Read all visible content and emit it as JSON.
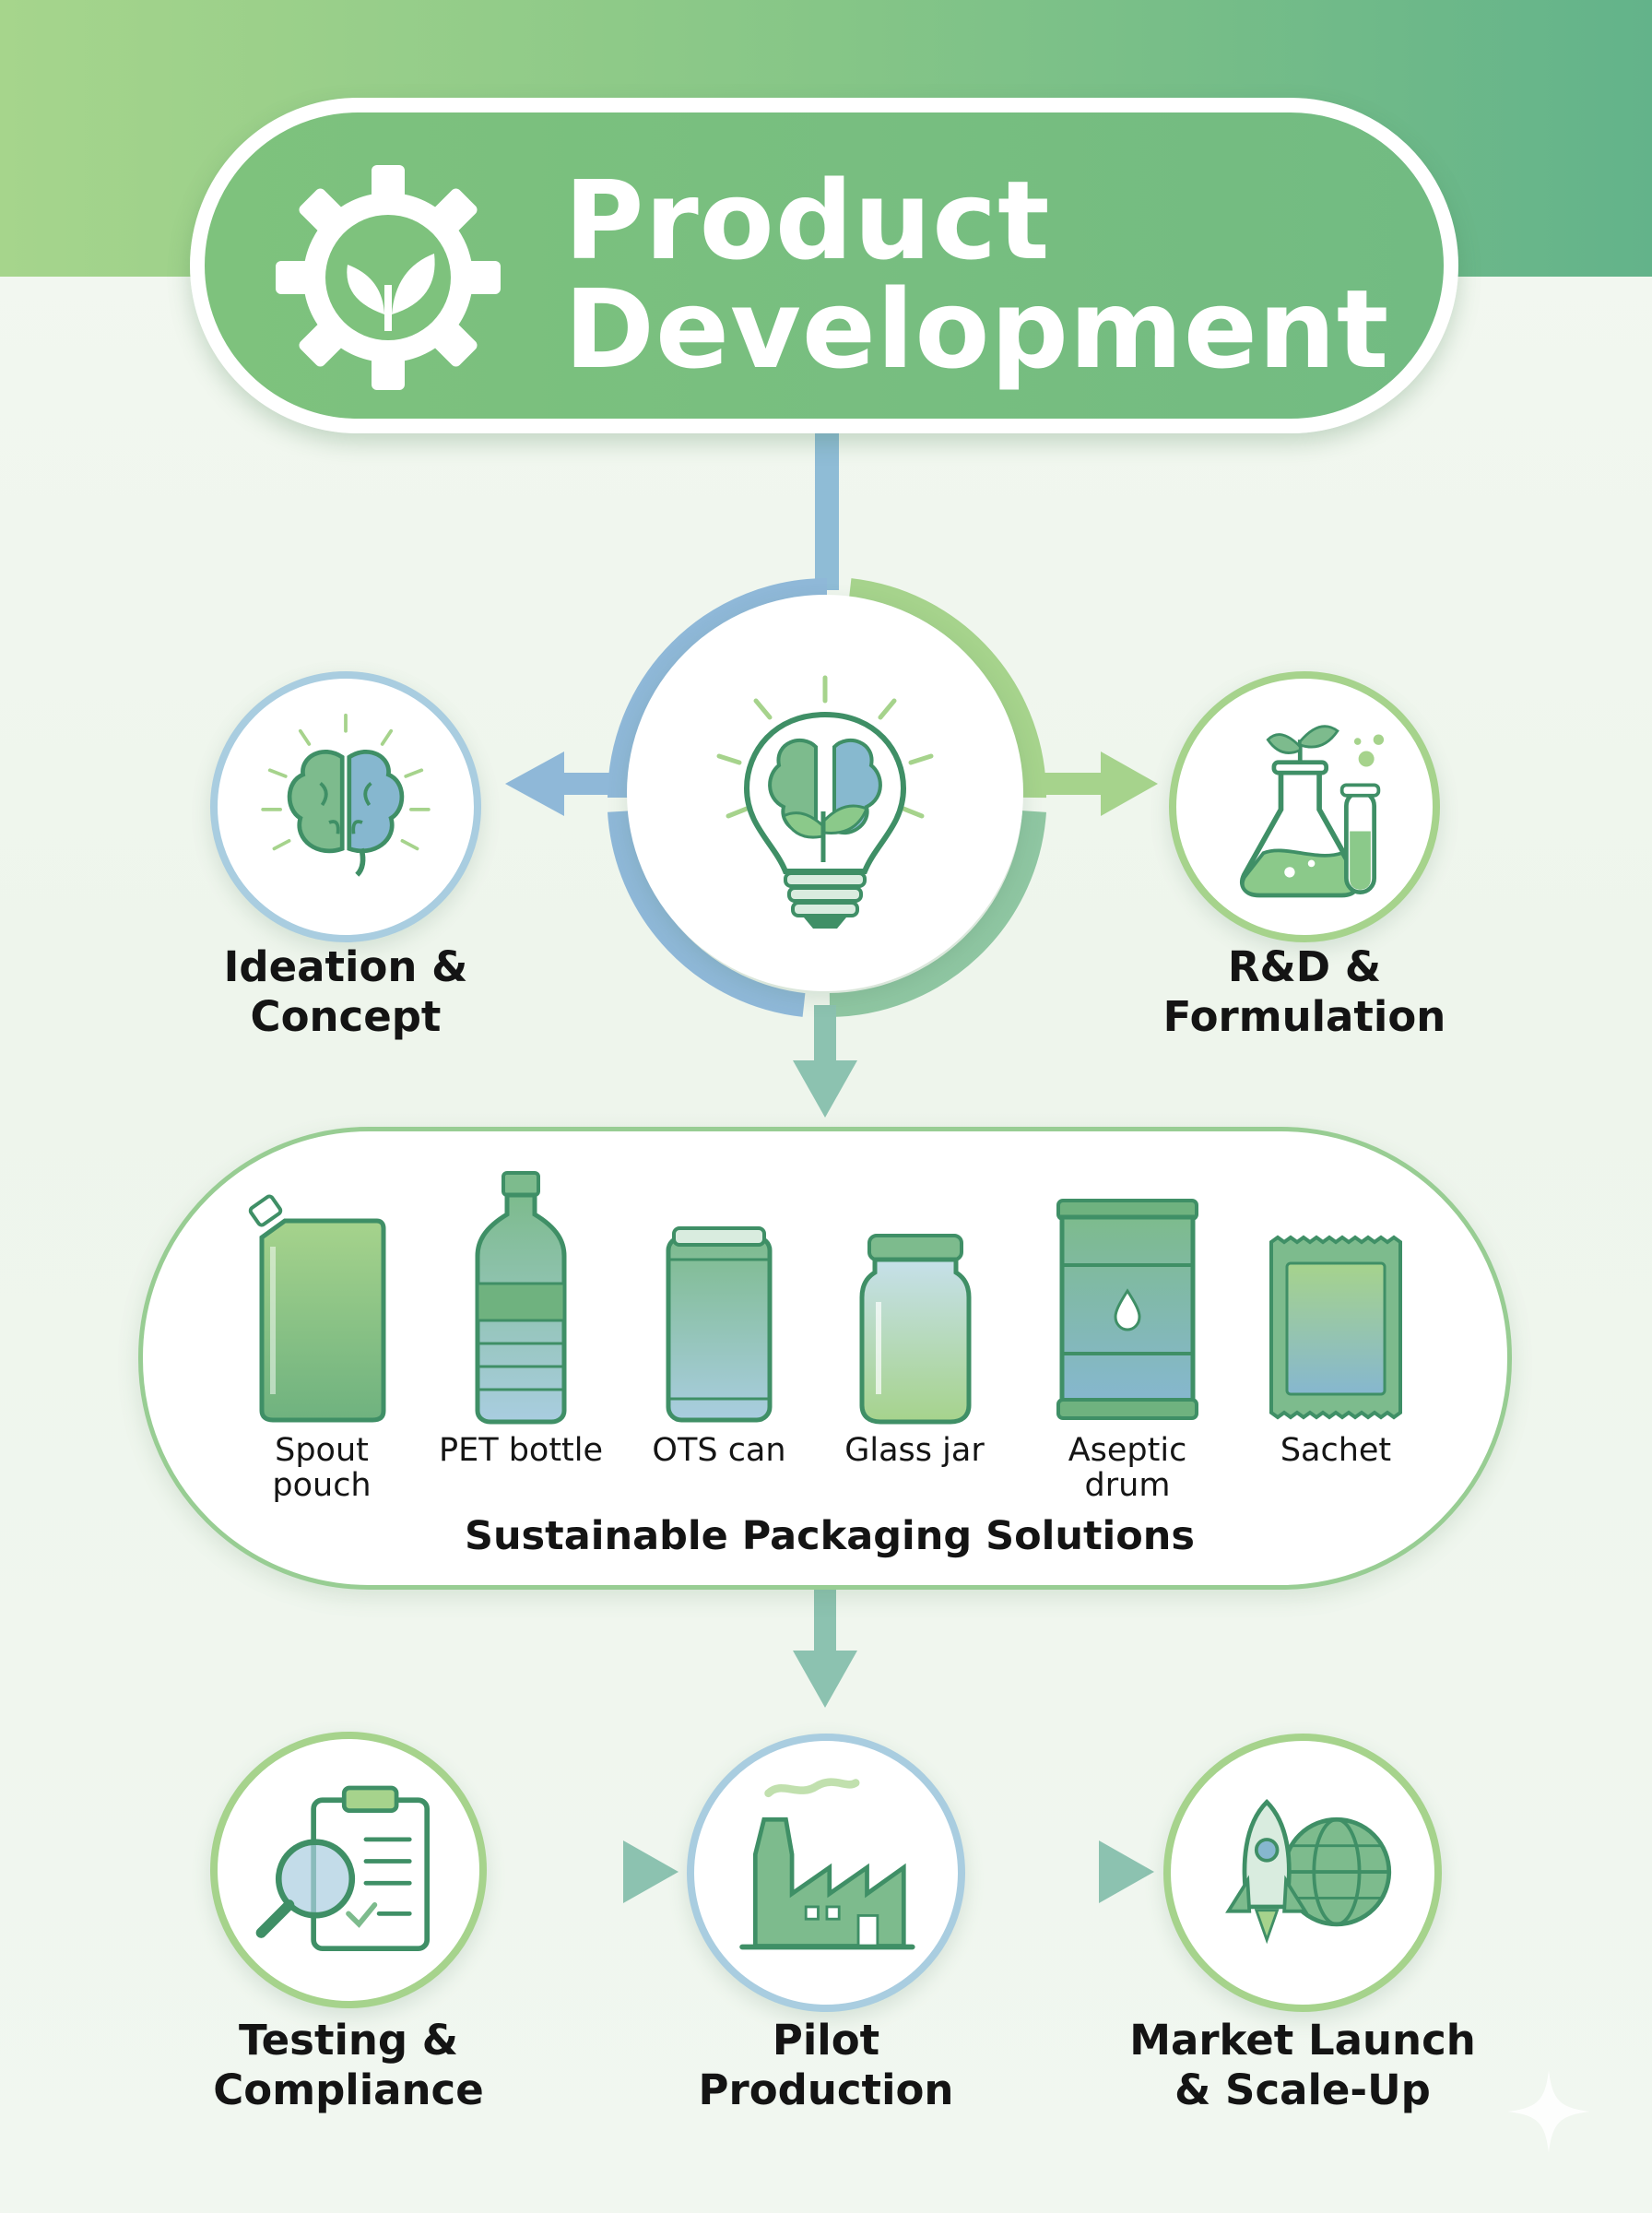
{
  "header": {
    "title_line1": "Product",
    "title_line2": "Development",
    "icon": "gear-leaf-icon"
  },
  "colors": {
    "green": "#7ec27d",
    "dark_green": "#4e9e69",
    "blue": "#8fb8d8",
    "teal": "#73b8a8",
    "text": "#141414"
  },
  "stages": {
    "core": {
      "icon": "lightbulb-brain-icon"
    },
    "ideation": {
      "line1": "Ideation &",
      "line2": "Concept",
      "icon": "brain-icon"
    },
    "rnd": {
      "line1": "R&D &",
      "line2": "Formulation",
      "icon": "flask-icon"
    },
    "testing": {
      "line1": "Testing &",
      "line2": "Compliance",
      "icon": "clipboard-magnifier-icon"
    },
    "pilot": {
      "line1": "Pilot",
      "line2": "Production",
      "icon": "factory-icon"
    },
    "launch": {
      "line1": "Market Launch",
      "line2": "& Scale-Up",
      "icon": "rocket-globe-icon"
    }
  },
  "packaging": {
    "title": "Sustainable Packaging Solutions",
    "items": [
      {
        "line1": "Spout",
        "line2": "pouch",
        "icon": "spout-pouch-icon"
      },
      {
        "line1": "PET bottle",
        "line2": "",
        "icon": "pet-bottle-icon"
      },
      {
        "line1": "OTS can",
        "line2": "",
        "icon": "can-icon"
      },
      {
        "line1": "Glass jar",
        "line2": "",
        "icon": "glass-jar-icon"
      },
      {
        "line1": "Aseptic",
        "line2": "drum",
        "icon": "drum-icon"
      },
      {
        "line1": "Sachet",
        "line2": "",
        "icon": "sachet-icon"
      }
    ]
  }
}
